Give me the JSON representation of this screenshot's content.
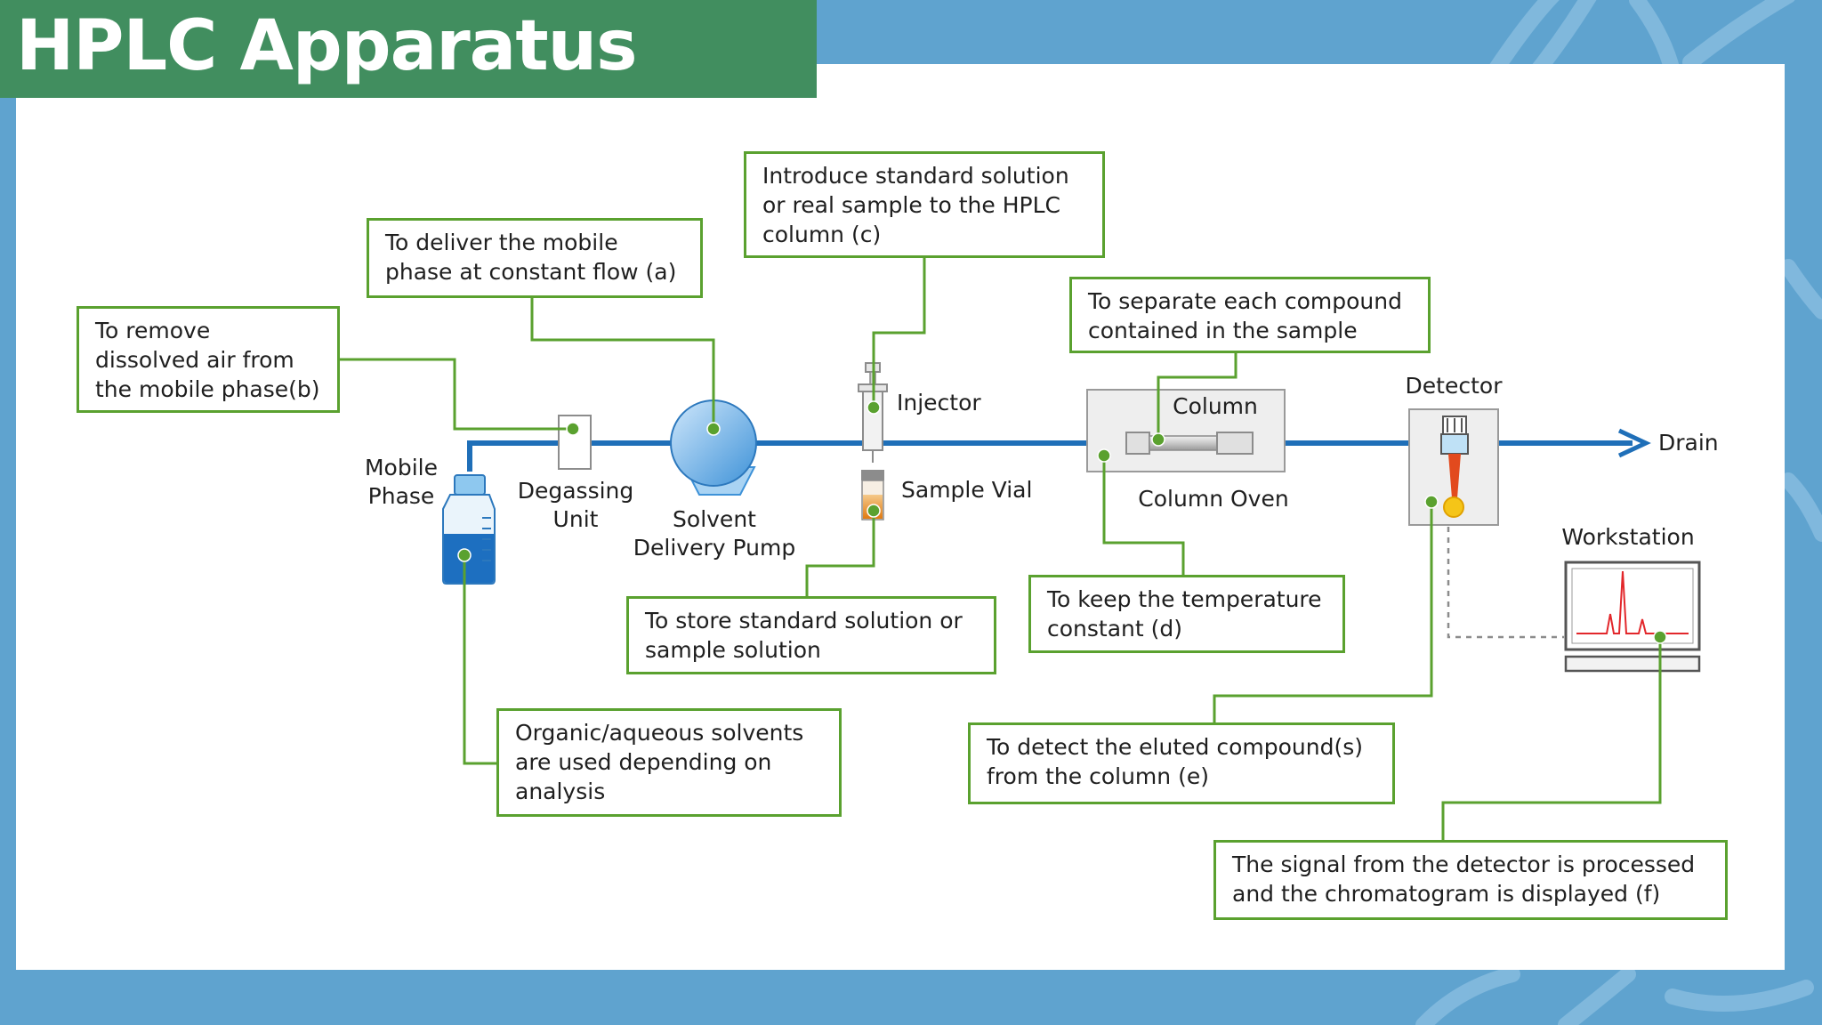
{
  "title": "HPLC Apparatus",
  "colors": {
    "header_green": "#418e5f",
    "background_blue": "#5fa3cf",
    "flow_line_blue": "#1f6fb8",
    "callout_green": "#5aa12f"
  },
  "components": {
    "mobile_phase": "Mobile\nPhase",
    "degassing_unit": "Degassing\nUnit",
    "pump": "Solvent\nDelivery Pump",
    "injector": "Injector",
    "sample_vial": "Sample Vial",
    "column": "Column",
    "column_oven": "Column Oven",
    "detector": "Detector",
    "drain": "Drain",
    "workstation": "Workstation"
  },
  "callouts": {
    "b": "To remove\ndissolved air from\nthe mobile phase(b)",
    "a": "To deliver the mobile\nphase at constant flow (a)",
    "c": "Introduce standard solution\nor real sample to the HPLC\ncolumn (c)",
    "separate": "To separate each compound\ncontained in the sample",
    "store": "To store standard solution or\nsample solution",
    "d": "To keep the temperature\nconstant (d)",
    "solvents": "Organic/aqueous solvents\nare used depending on\nanalysis",
    "e": "To detect the eluted compound(s)\nfrom the column (e)",
    "f": "The signal from the detector is processed\nand the chromatogram is displayed (f)"
  }
}
